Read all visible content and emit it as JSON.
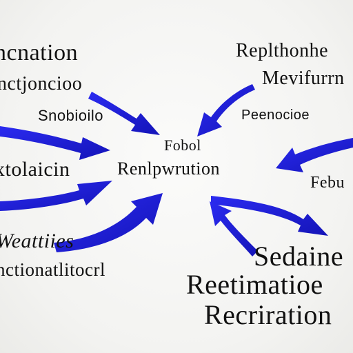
{
  "diagram": {
    "accent_color": "#1a1ad6",
    "labels": {
      "top_left": "ncnation",
      "left_2": "nctjoncioo",
      "left_3": "Snobioilo",
      "left_4": "xtolaicin",
      "left_5": "Weattiies",
      "left_6": "nctionatlitocrl",
      "center_small": "Fobol",
      "center_main": "Renlpwrution",
      "top_right": "Replthonhe",
      "right_2": "Mevifurrn",
      "right_3": "Peenocioe",
      "right_4": "Febu",
      "bottom_right_1": "Sedaine",
      "bottom_right_2": "Reetimatioe",
      "bottom_right_3": "Recriration"
    }
  }
}
